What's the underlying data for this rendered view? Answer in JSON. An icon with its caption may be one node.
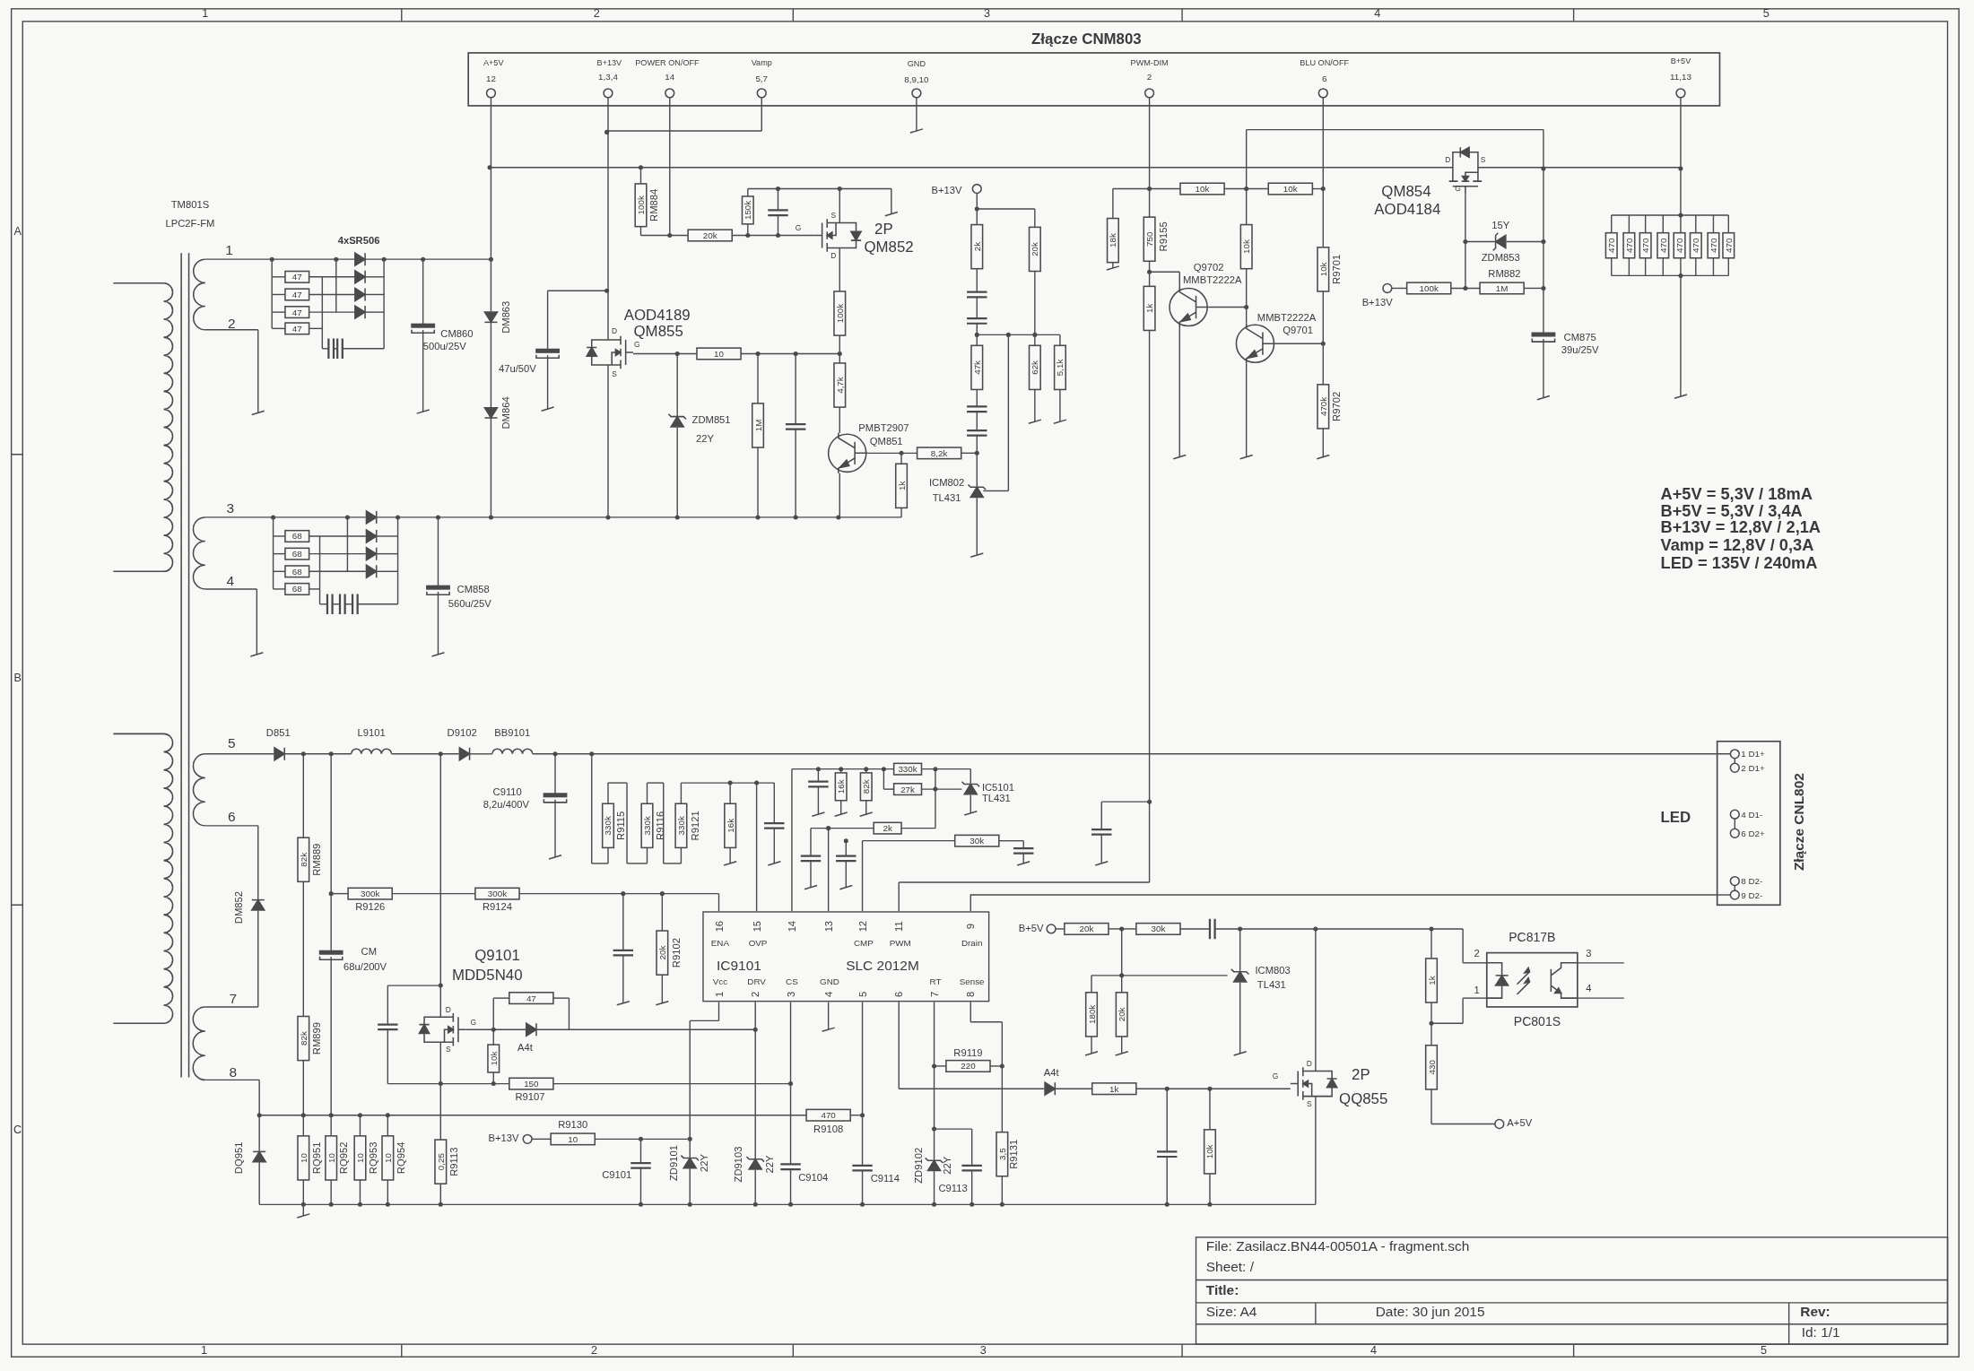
{
  "diagram": {
    "nodes": [
      {
        "text": [
          "Złącze CNM803",
          "A+5V",
          "12",
          "B+13V",
          "1,3,4",
          "POWER ON/OFF",
          "14",
          "Vamp",
          "5,7",
          "GND",
          "8,9,10",
          "PWM-DIM",
          "2",
          "BLU ON/OFF",
          "6",
          "B+5V",
          "11,13"
        ]
      },
      {
        "text": [
          "IC9101",
          "SLC 2012M",
          "16",
          "ENA",
          "15",
          "OVP",
          "14",
          "13",
          "12",
          "CMP",
          "11",
          "PWM",
          "9",
          "Drain",
          "Vcc",
          "1",
          "DRV",
          "2",
          "CS",
          "3",
          "GND",
          "4",
          "5",
          "6",
          "RT",
          "7",
          "Sense",
          "8"
        ]
      },
      {
        "text": [
          "Złącze CNL802",
          "1 D1+",
          "2 D1+",
          "4 D1-",
          "6 D2+",
          "8 D2-",
          "9 D2-"
        ]
      },
      {
        "text": [
          "PC817B",
          "2",
          "1",
          "3",
          "4",
          "PC801S"
        ]
      }
    ],
    "edges": [
      {
        "from": 1,
        "to": 2,
        "arrow": "none"
      }
    ],
    "labels": [
      "1",
      "2",
      "3",
      "4",
      "5",
      "A",
      "B",
      "C",
      "TM801S",
      "LPC2F-FM",
      "4xSR506",
      "1",
      "47",
      "47",
      "47",
      "47",
      "2",
      "CM860",
      "500u/25V",
      "DM863",
      "47u/50V",
      "DM864",
      "3",
      "68",
      "68",
      "68",
      "68",
      "4",
      "CM858",
      "560u/25V",
      "100k",
      "RM884",
      "AOD4189",
      "QM855",
      "D",
      "G",
      "S",
      "20k",
      "150k",
      "G",
      "S",
      "D",
      "2P",
      "QM852",
      "100k",
      "10",
      "ZDM851",
      "22Y",
      "1M",
      "4,7k",
      "PMBT2907",
      "QM851",
      "8,2k",
      "1k",
      "B+13V",
      "2k",
      "20k",
      "47k",
      "62k",
      "5,1k",
      "ICM802",
      "TL431",
      "10k",
      "10k",
      "18k",
      "750",
      "R9155",
      "10k",
      "1k",
      "Q9702",
      "MMBT2222A",
      "MMBT2222A",
      "Q9701",
      "10k",
      "R9701",
      "470k",
      "R9702",
      "D",
      "S",
      "QM854",
      "G",
      "AOD4184",
      "15Y",
      "ZDM853",
      "RM882",
      "100k",
      "1M",
      "B+13V",
      "CM875",
      "39u/25V",
      "470",
      "470",
      "470",
      "470",
      "470",
      "470",
      "470",
      "470",
      "A+5V = 5,3V / 18mA",
      "B+5V = 5,3V / 3,4A",
      "B+13V = 12,8V / 2,1A",
      "Vamp = 12,8V / 0,3A",
      "LED = 135V / 240mA",
      "5",
      "D851",
      "L9101",
      "D9102",
      "BB9101",
      "C9110",
      "8,2u/400V",
      "330k",
      "R9115",
      "330k",
      "R9116",
      "330k",
      "R9121",
      "16k",
      "6",
      "16k",
      "82k",
      "330k",
      "27k",
      "IC5101",
      "TL431",
      "2k",
      "30k",
      "LED",
      "82k",
      "RM889",
      "DM852",
      "300k",
      "R9126",
      "300k",
      "R9124",
      "20k",
      "R9102",
      "CM",
      "68u/200V",
      "Q9101",
      "MDD5N40",
      "B+5V",
      "20k",
      "30k",
      "ICM803",
      "TL431",
      "1k",
      "82k",
      "RM899",
      "7",
      "47",
      "D",
      "G",
      "A4t",
      "10k",
      "S",
      "180k",
      "20k",
      "R9119",
      "220",
      "D",
      "430",
      "8",
      "A4t",
      "G",
      "2P",
      "150",
      "1k",
      "R9107",
      "QQ855",
      "S",
      "470",
      "R9130",
      "R9108",
      "A+5V",
      "B+13V",
      "10",
      "DQ951",
      "10",
      "RQ951",
      "10",
      "RQ952",
      "10",
      "RQ953",
      "10",
      "RQ954",
      "0,25",
      "R9113",
      "3,5",
      "R9131",
      "10k",
      "ZD9101",
      "22Y",
      "C9101",
      "ZD9103",
      "22Y",
      "C9104",
      "C9114",
      "ZD9102",
      "22Y",
      "C9113",
      "File: Zasilacz.BN44-00501A - fragment.sch",
      "Sheet: /",
      "Title:",
      "Size: A4",
      "Date: 30 jun 2015",
      "Rev:",
      "Id: 1/1",
      "1",
      "2",
      "3",
      "4",
      "5"
    ]
  }
}
